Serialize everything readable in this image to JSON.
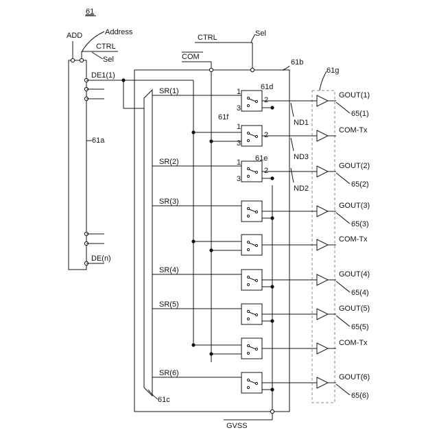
{
  "figure_label": "61",
  "labels": {
    "add": "ADD",
    "address": "Address",
    "ctrl_left": "CTRL",
    "sel_left": "Sel",
    "ctrl_top": "CTRL",
    "sel_top": "Sel",
    "com": "COM",
    "gvss": "GVSS",
    "block_61a": "61a",
    "block_61b": "61b",
    "block_61c": "61c",
    "block_61d": "61d",
    "block_61e": "61e",
    "block_61f": "61f",
    "block_61g": "61g",
    "de1": "DE1(1)",
    "den": "DE(n)",
    "nd1": "ND1",
    "nd2": "ND2",
    "nd3": "ND3",
    "pin1": "1",
    "pin2": "2",
    "pin3": "3"
  },
  "rows": [
    {
      "sr": "SR(1)",
      "out": "GOUT(1)",
      "ref": "65(1)"
    },
    {
      "sr": "",
      "out": "COM-Tx",
      "ref": ""
    },
    {
      "sr": "SR(2)",
      "out": "GOUT(2)",
      "ref": "65(2)"
    },
    {
      "sr": "SR(3)",
      "out": "GOUT(3)",
      "ref": "65(3)"
    },
    {
      "sr": "",
      "out": "COM-Tx",
      "ref": ""
    },
    {
      "sr": "SR(4)",
      "out": "GOUT(4)",
      "ref": "65(4)"
    },
    {
      "sr": "SR(5)",
      "out": "GOUT(5)",
      "ref": "65(5)"
    },
    {
      "sr": "",
      "out": "COM-Tx",
      "ref": ""
    },
    {
      "sr": "SR(6)",
      "out": "GOUT(6)",
      "ref": "65(6)"
    }
  ]
}
